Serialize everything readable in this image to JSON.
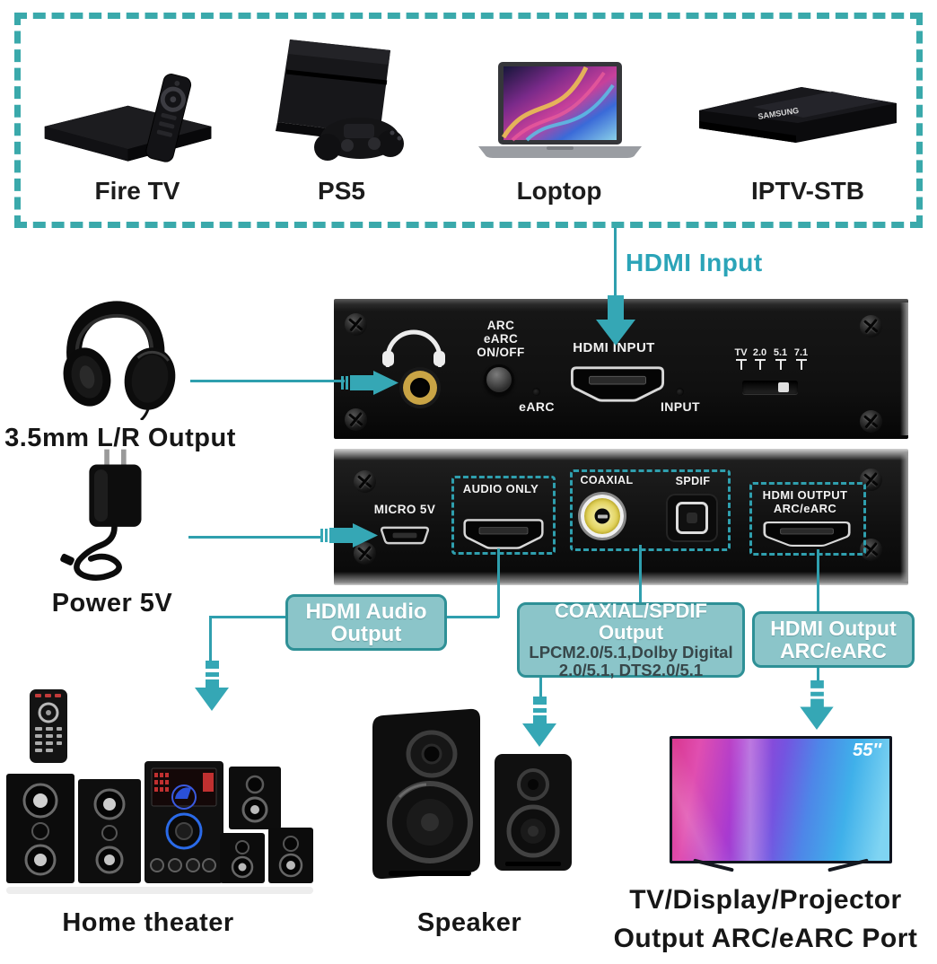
{
  "colors": {
    "accent": "#2f9fae",
    "dash_border": "#3aa9ab",
    "callout_bg": "#8bc5c9",
    "callout_border": "#2e9096",
    "hdmi_input_title": "#2ba4b8"
  },
  "sources": {
    "items": [
      {
        "label": "Fire TV"
      },
      {
        "label": "PS5"
      },
      {
        "label": "Loptop"
      },
      {
        "label": "IPTV-STB"
      }
    ],
    "stb_brand": "SAMSUNG"
  },
  "callouts": {
    "hdmi_input": "HDMI Input",
    "audio_output": "HDMI Audio\nOutput",
    "coax_title": "COAXIAL/SPDIF Output",
    "coax_sub": "LPCM2.0/5.1,Dolby Digital\n2.0/5.1, DTS2.0/5.1",
    "hdmi_output": "HDMI Output\nARC/eARC"
  },
  "left_labels": {
    "line_out": "3.5mm L/R Output",
    "power": "Power 5V"
  },
  "front_panel": {
    "arc_button": "ARC\neARC\nON/OFF",
    "hdmi_input": "HDMI INPUT",
    "earc": "eARC",
    "input": "INPUT",
    "switch_labels": [
      "TV",
      "2.0",
      "5.1",
      "7.1"
    ]
  },
  "rear_panel": {
    "micro": "MICRO 5V",
    "audio_only": "AUDIO ONLY",
    "coaxial": "COAXIAL",
    "spdif": "SPDIF",
    "hdmi_out": "HDMI OUTPUT\nARC/eARC"
  },
  "sinks": {
    "home_theater": "Home theater",
    "speaker": "Speaker",
    "tv_size": "55″",
    "tv_label": "TV/Display/Projector\nOutput ARC/eARC Port"
  }
}
